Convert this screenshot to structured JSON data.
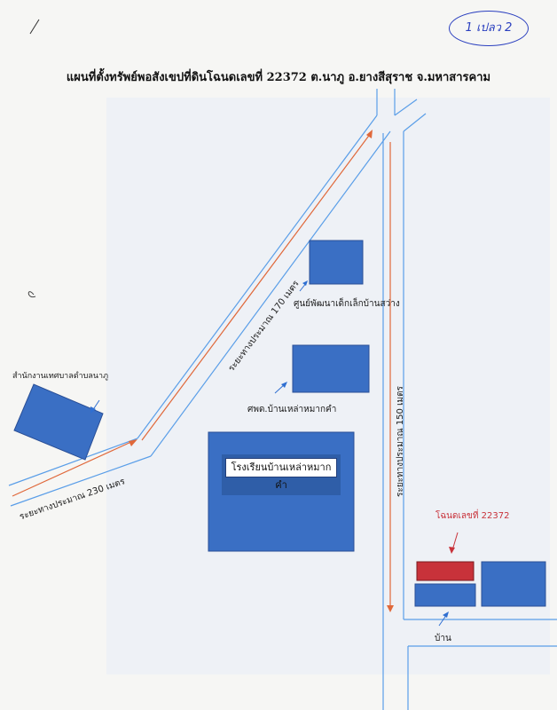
{
  "page_number": "1 เปลว 2",
  "title": "แผนที่ตั้งทรัพย์พอสังเขปที่ดินโฉนดเลขที่ 22372 ต.นาภู อ.ยางสีสุราช จ.มหาสารคาม",
  "places": {
    "child_center": "ศูนย์พัฒนาเด็กเล็กบ้านสว่าง",
    "health_station": "ศพด.บ้านเหล่าหมากคำ",
    "subdistrict_office": "สำนักงานเทศบาลตำบลนาภู",
    "school": "โรงเรียนบ้านเหล่าหมากคำ",
    "deed": "โฉนดเลขที่ 22372",
    "house": "บ้าน"
  },
  "distances": {
    "diagonal": "ระยะทางประมาณ 170 เมตร",
    "bottom_left": "ระยะทางประมาณ 230 เมตร",
    "vertical": "ระยะทางประมาณ 150 เมตร"
  },
  "colors": {
    "building": "#3a6fc4",
    "road_line": "#5a9ee8",
    "route": "#e0683a",
    "pointer": "#2f6fd1",
    "deed_parcel": "#c8323a"
  }
}
